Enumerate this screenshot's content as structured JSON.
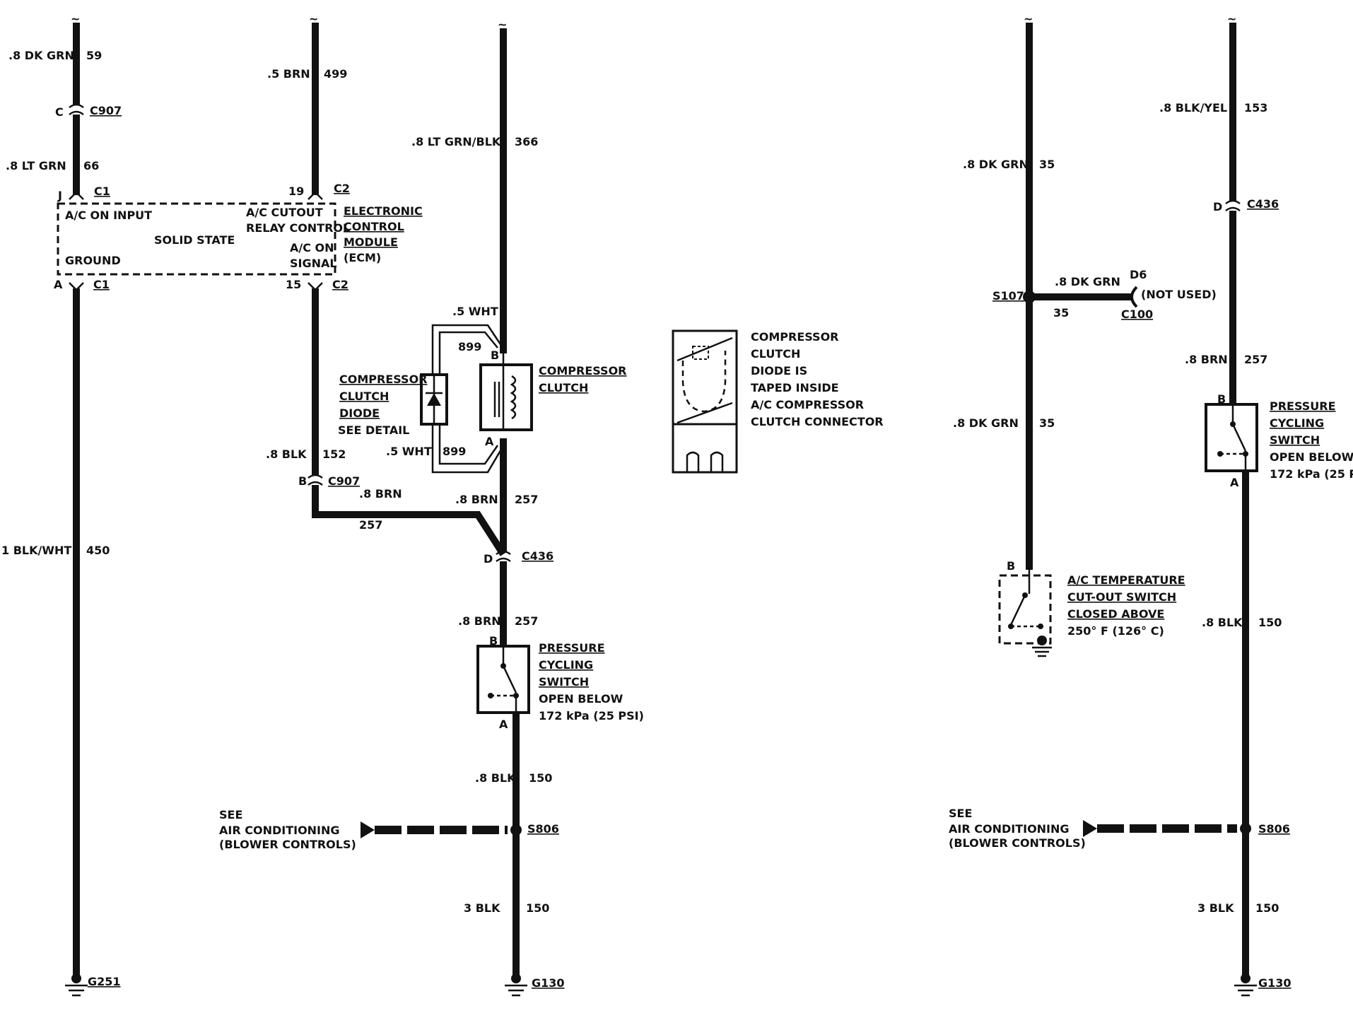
{
  "wires": {
    "w59": {
      "size": ".8 DK GRN",
      "circuit": "59"
    },
    "w66": {
      "size": ".8 LT GRN",
      "circuit": "66"
    },
    "w499": {
      "size": ".5  BRN",
      "circuit": "499"
    },
    "w366": {
      "size": ".8  LT GRN/BLK",
      "circuit": "366"
    },
    "w899a": {
      "size": ".5 WHT",
      "circuit": "899"
    },
    "w899b": {
      "size": ".5 WHT",
      "circuit": "899"
    },
    "w152": {
      "size": ".8 BLK",
      "circuit": "152"
    },
    "w257a": {
      "size": ".8 BRN",
      "circuit": "257"
    },
    "w257b": {
      "size": ".8  BRN",
      "circuit": "257"
    },
    "w257c": {
      "size": ".8 BRN",
      "circuit": "257"
    },
    "w450": {
      "size": "1  BLK/WHT",
      "circuit": "450"
    },
    "w150a": {
      "size": ".8 BLK",
      "circuit": "150"
    },
    "w150b": {
      "size": "3 BLK",
      "circuit": "150"
    },
    "r35a": {
      "size": ".8 DK GRN",
      "circuit": "35"
    },
    "r35b": {
      "size": ".8 DK GRN",
      "circuit": "35"
    },
    "r35c": {
      "size": ".8 DK GRN",
      "circuit": "35"
    },
    "r153": {
      "size": ".8 BLK/YEL",
      "circuit": "153"
    },
    "r257": {
      "size": ".8 BRN",
      "circuit": "257"
    },
    "r150a": {
      "size": ".8 BLK",
      "circuit": "150"
    },
    "r150b": {
      "size": "3 BLK",
      "circuit": "150"
    }
  },
  "connectors": {
    "c907": "C907",
    "c1": "C1",
    "c2": "C2",
    "c436": "C436",
    "c100": "C100",
    "pin_c": "C",
    "pin_j": "J",
    "pin_a": "A",
    "pin_b": "B",
    "pin_d": "D",
    "pin_19": "19",
    "pin_15": "15",
    "pin_d6": "D6"
  },
  "splices": {
    "s806": "S806",
    "s107": "S107"
  },
  "grounds": {
    "g251": "G251",
    "g130": "G130"
  },
  "ecm": {
    "ac_on_input": "A/C ON INPUT",
    "ac_cutout": "A/C CUTOUT",
    "relay_control": "RELAY CONTROL",
    "solid_state": "SOLID STATE",
    "ac_on": "A/C ON",
    "signal": "SIGNAL",
    "ground": "GROUND",
    "title1": "ELECTRONIC",
    "title2": "CONTROL",
    "title3": "MODULE",
    "title4": "(ECM)"
  },
  "compressor_clutch": {
    "line1": "COMPRESSOR",
    "line2": "CLUTCH"
  },
  "diode": {
    "line1": "COMPRESSOR",
    "line2": "CLUTCH",
    "line3": "DIODE",
    "line4": "SEE DETAIL"
  },
  "detail": {
    "l1": "COMPRESSOR",
    "l2": "CLUTCH",
    "l3": "DIODE IS",
    "l4": "TAPED INSIDE",
    "l5": "A/C COMPRESSOR",
    "l6": "CLUTCH CONNECTOR"
  },
  "pressure_switch": {
    "l1": "PRESSURE",
    "l2": "CYCLING",
    "l3": "SWITCH",
    "l4": "OPEN BELOW",
    "l5": "172 kPa (25 PSI)"
  },
  "temp_switch": {
    "l1": "A/C TEMPERATURE",
    "l2": "CUT-OUT SWITCH",
    "l3": "CLOSED ABOVE",
    "l4": "250°  F (126°  C)"
  },
  "see_ac": {
    "l1": "SEE",
    "l2": "AIR CONDITIONING",
    "l3": "(BLOWER CONTROLS)"
  },
  "not_used": "(NOT USED)",
  "break_mark": "~"
}
